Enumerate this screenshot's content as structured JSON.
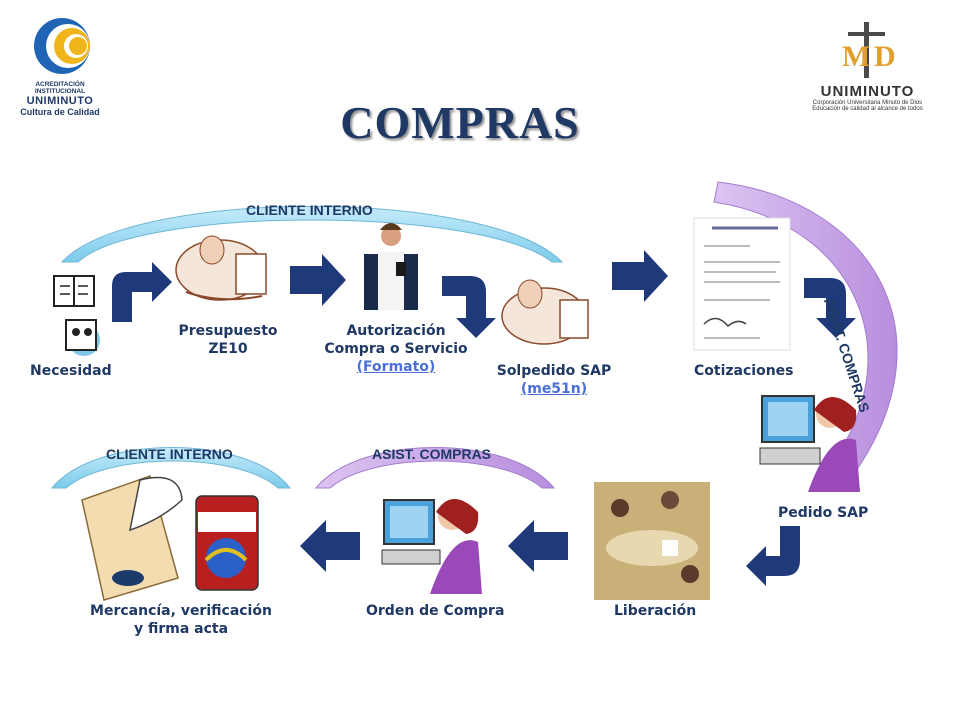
{
  "title": "COMPRAS",
  "logo_left": {
    "line1": "ACREDITACIÓN INSTITUCIONAL",
    "line2": "UNIMINUTO",
    "line3": "Cultura de Calidad"
  },
  "logo_right": {
    "brand": "UNIMINUTO",
    "line1": "Corporación Universitaria Minuto de Dios",
    "line2": "Educación de calidad al alcance de todos"
  },
  "arcs": {
    "top_cliente": "CLIENTE INTERNO",
    "right_asist": "ASIST. COMPRAS",
    "bottom_cliente": "CLIENTE INTERNO",
    "bottom_asist": "ASIST. COMPRAS"
  },
  "steps": {
    "necesidad": "Necesidad",
    "presupuesto_1": "Presupuesto",
    "presupuesto_2": "ZE10",
    "autorizacion_1": "Autorización",
    "autorizacion_2": "Compra o Servicio",
    "autorizacion_link": "(Formato)",
    "solpedido": "Solpedido SAP",
    "solpedido_link": "(me51n)",
    "cotizaciones": "Cotizaciones",
    "pedido": "Pedido SAP",
    "liberacion": "Liberación",
    "orden": "Orden de Compra",
    "mercancia_1": "Mercancía, verificación",
    "mercancia_2": "y firma acta"
  },
  "colors": {
    "navy": "#1f3864",
    "arrow": "#1f3a7a",
    "arc_blue": "#9fd9f2",
    "arc_purple": "#c7a3e6",
    "link": "#4a6fd8"
  }
}
